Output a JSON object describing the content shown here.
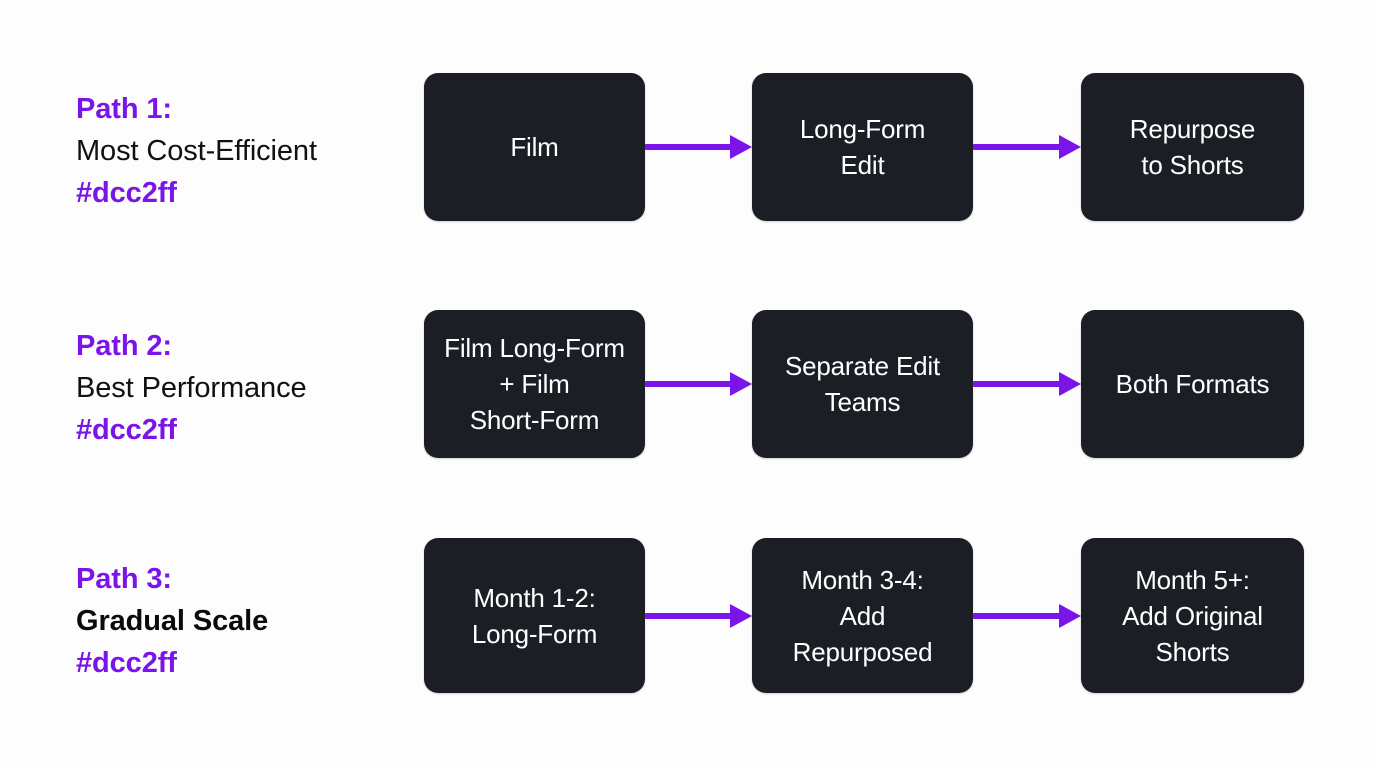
{
  "page": {
    "background_color": "#fdfdfd",
    "accent_color": "#7b14e8",
    "node_fill_color": "#1c1e25",
    "node_text_color": "#ffffff",
    "label_text_color": "#111111"
  },
  "rows": [
    {
      "label": {
        "path": "Path 1:",
        "description": "Most Cost-Efficient",
        "description_bold": false,
        "hex": "#dcc2ff"
      },
      "nodes": [
        {
          "text": "Film"
        },
        {
          "text": "Long-Form\nEdit"
        },
        {
          "text": "Repurpose\nto Shorts"
        }
      ]
    },
    {
      "label": {
        "path": "Path 2:",
        "description": "Best Performance",
        "description_bold": false,
        "hex": "#dcc2ff"
      },
      "nodes": [
        {
          "text": "Film Long-Form\n+ Film\nShort-Form"
        },
        {
          "text": "Separate Edit\nTeams"
        },
        {
          "text": "Both Formats"
        }
      ]
    },
    {
      "label": {
        "path": "Path 3:",
        "description": "Gradual Scale",
        "description_bold": true,
        "hex": "#dcc2ff"
      },
      "nodes": [
        {
          "text": "Month 1-2:\nLong-Form"
        },
        {
          "text": "Month 3-4:\nAdd\nRepurposed"
        },
        {
          "text": "Month 5+:\nAdd Original\nShorts"
        }
      ]
    }
  ]
}
